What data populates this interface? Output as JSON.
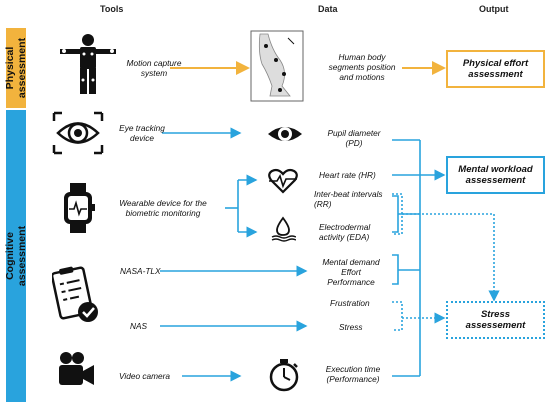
{
  "headers": {
    "tools": "Tools",
    "data": "Data",
    "output": "Output"
  },
  "bands": {
    "physical": {
      "line1": "Physical",
      "line2": "assessment",
      "color": "#F2B33D"
    },
    "cognitive": {
      "line1": "Cognitive",
      "line2": "assessment",
      "color": "#29A3DD"
    }
  },
  "tools": {
    "motion_capture": {
      "line1": "Motion capture",
      "line2": "system"
    },
    "eye_tracking": {
      "line1": "Eye tracking",
      "line2": "device"
    },
    "wearable": {
      "line1": "Wearable device for the",
      "line2": "biometric monitoring"
    },
    "nasa_tlx": "NASA-TLX",
    "nas": "NAS",
    "video_camera": "Video camera"
  },
  "data_items": {
    "body_segments": {
      "line1": "Human body",
      "line2": "segments position",
      "line3": "and motions"
    },
    "pupil": {
      "line1": "Pupil diameter",
      "line2": "(PD)"
    },
    "heart_rate": "Heart rate (HR)",
    "ibi": {
      "line1": "Inter-beat intervals",
      "line2": "(RR)"
    },
    "eda": {
      "line1": "Electrodermal",
      "line2": "activity (EDA)"
    },
    "nasa_items": {
      "line1": "Mental demand",
      "line2": "Effort",
      "line3": "Performance"
    },
    "frustration": "Frustration",
    "stress": "Stress",
    "execution": {
      "line1": "Execution time",
      "line2": "(Performance)"
    }
  },
  "outputs": {
    "physical_effort": {
      "line1": "Physical effort",
      "line2": "assessment"
    },
    "mental_workload": {
      "line1": "Mental workload",
      "line2": "assessement"
    },
    "stress": {
      "line1": "Stress",
      "line2": "assessement"
    }
  },
  "icons": {
    "motion": "motion-capture-suit-icon",
    "leg": "leg-motion-tracking-icon",
    "eye_target": "eye-target-icon",
    "eye": "eye-icon",
    "watch": "smartwatch-icon",
    "heart": "heart-rate-icon",
    "sweat": "sweat-drop-skin-icon",
    "clipboard": "clipboard-checklist-icon",
    "camera": "video-camera-icon",
    "stopwatch": "stopwatch-icon"
  },
  "colors": {
    "physical": "#F2B33D",
    "cognitive": "#29A3DD"
  }
}
